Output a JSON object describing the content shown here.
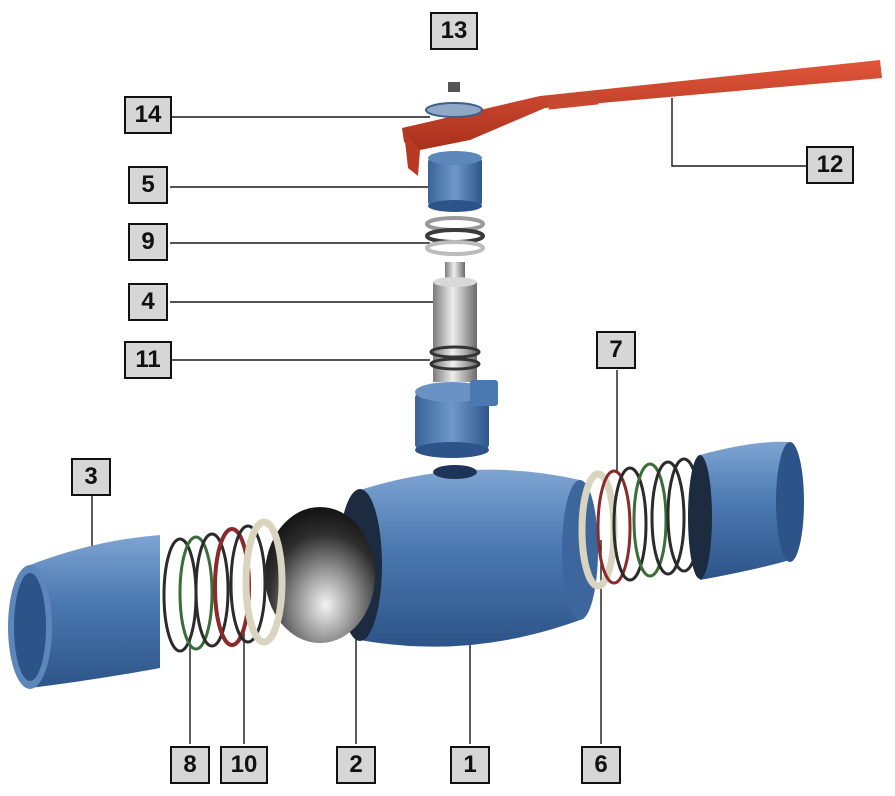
{
  "diagram": {
    "callouts": {
      "c1": "1",
      "c2": "2",
      "c3": "3",
      "c4": "4",
      "c5": "5",
      "c6": "6",
      "c7": "7",
      "c8": "8",
      "c9": "9",
      "c10": "10",
      "c11": "11",
      "c12": "12",
      "c13": "13",
      "c14": "14"
    },
    "colors": {
      "body_blue": "#4a78b0",
      "handle_red": "#c43a24",
      "ball_dark": "#2a2a2a",
      "steel": "#b8b8b8",
      "callout_bg": "#d6d6d6"
    }
  }
}
